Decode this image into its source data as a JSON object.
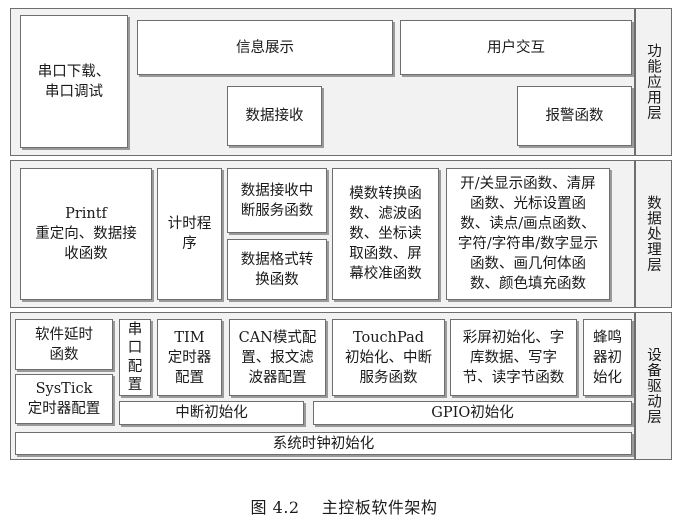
{
  "layers": {
    "app": {
      "label": "功能应用层",
      "boxes": {
        "serial": "串口下载、\n串口调试",
        "info": "信息展示",
        "user": "用户交互",
        "recv": "数据接收",
        "alarm": "报警函数"
      }
    },
    "data": {
      "label": "数据处理层",
      "boxes": {
        "printf": "Printf\n重定向、数据接\n收函数",
        "timer": "计时程\n序",
        "isr": "数据接收中\n断服务函数",
        "fmt": "数据格式转\n换函数",
        "adc": "模数转换函\n数、滤波函\n数、坐标读\n取函数、屏\n幕校准函数",
        "disp": "开/关显示函数、清屏\n函数、光标设置函\n数、读点/画点函数、\n字符/字符串/数字显示\n函数、画几何体函\n数、颜色填充函数"
      }
    },
    "drv": {
      "label": "设备驱动层",
      "boxes": {
        "delay": "软件延时\n函数",
        "systick": "SysTick\n定时器配置",
        "uart": "串\n口\n配\n置",
        "tim": "TIM\n定时器\n配置",
        "can": "CAN模式配\n置、报文滤\n波器配置",
        "touch": "TouchPad\n初始化、中断\n服务函数",
        "lcd": "彩屏初始化、字\n库数据、写字\n节、读字节函数",
        "buzzer": "蜂鸣\n器初\n始化",
        "nvic": "中断初始化",
        "gpio": "GPIO初始化",
        "clock": "系统时钟初始化"
      }
    }
  },
  "caption": "图 4.2    主控板软件架构"
}
